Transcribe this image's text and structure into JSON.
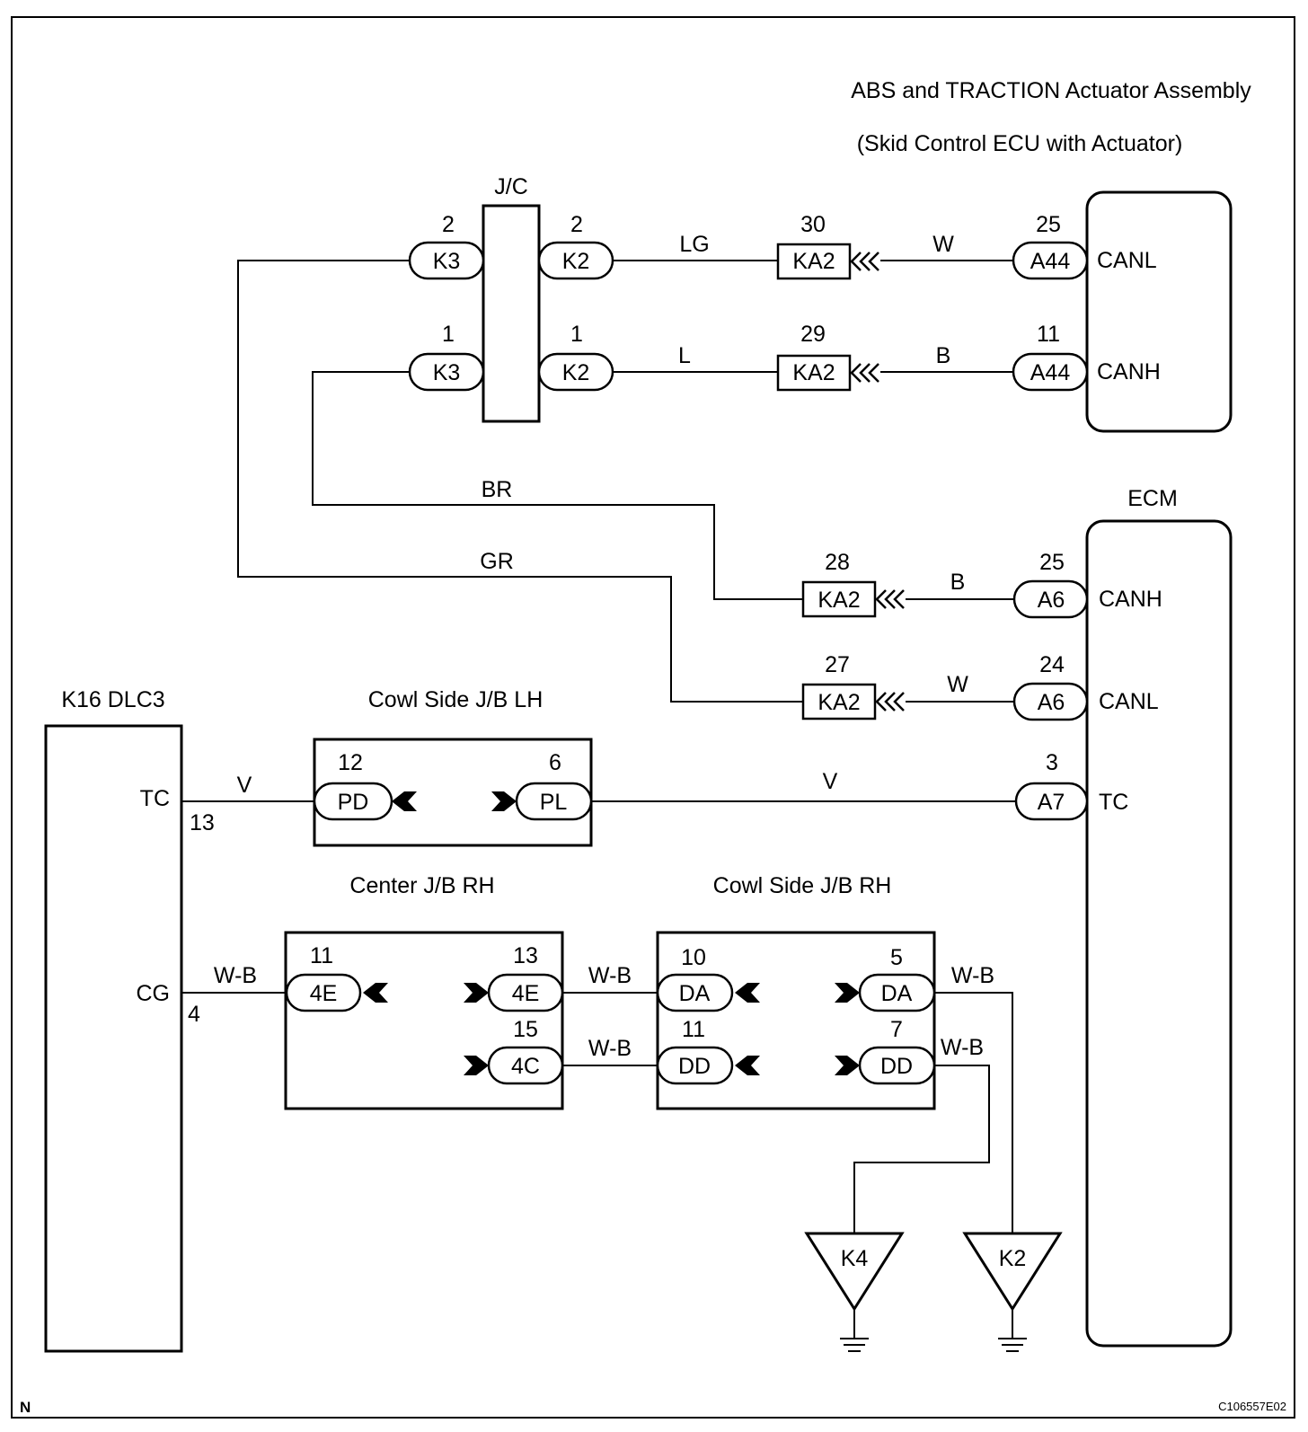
{
  "components": {
    "abs_title": "ABS and TRACTION Actuator Assembly",
    "abs_subtitle": "(Skid Control ECU with Actuator)",
    "jc_title": "J/C",
    "ecm_title": "ECM",
    "dlc3_title": "K16 DLC3",
    "cowl_lh_title": "Cowl Side J/B LH",
    "center_rh_title": "Center J/B RH",
    "cowl_rh_title": "Cowl Side J/B RH"
  },
  "pins": {
    "abs_canl": "CANL",
    "abs_canh": "CANH",
    "ecm_canh": "CANH",
    "ecm_canl": "CANL",
    "ecm_tc": "TC",
    "dlc_tc": "TC",
    "dlc_tc_num": "13",
    "dlc_cg": "CG",
    "dlc_cg_num": "4"
  },
  "connectors": {
    "k3_top": {
      "pin": "2",
      "name": "K3"
    },
    "k2_top": {
      "pin": "2",
      "name": "K2"
    },
    "k3_bot": {
      "pin": "1",
      "name": "K3"
    },
    "k2_bot": {
      "pin": "1",
      "name": "K2"
    },
    "ka2_30": {
      "pin": "30",
      "name": "KA2"
    },
    "ka2_29": {
      "pin": "29",
      "name": "KA2"
    },
    "a44_25": {
      "pin": "25",
      "name": "A44"
    },
    "a44_11": {
      "pin": "11",
      "name": "A44"
    },
    "ka2_28": {
      "pin": "28",
      "name": "KA2"
    },
    "ka2_27": {
      "pin": "27",
      "name": "KA2"
    },
    "a6_25": {
      "pin": "25",
      "name": "A6"
    },
    "a6_24": {
      "pin": "24",
      "name": "A6"
    },
    "pd_12": {
      "pin": "12",
      "name": "PD"
    },
    "pl_6": {
      "pin": "6",
      "name": "PL"
    },
    "a7_3": {
      "pin": "3",
      "name": "A7"
    },
    "e4_11": {
      "pin": "11",
      "name": "4E"
    },
    "e4_13": {
      "pin": "13",
      "name": "4E"
    },
    "c4_15": {
      "pin": "15",
      "name": "4C"
    },
    "da_10": {
      "pin": "10",
      "name": "DA"
    },
    "da_5": {
      "pin": "5",
      "name": "DA"
    },
    "dd_11": {
      "pin": "11",
      "name": "DD"
    },
    "dd_7": {
      "pin": "7",
      "name": "DD"
    }
  },
  "wires": {
    "lg": "LG",
    "w_top": "W",
    "l": "L",
    "b_top": "B",
    "br": "BR",
    "gr": "GR",
    "b_ecm": "B",
    "w_ecm": "W",
    "v_left": "V",
    "v_right": "V",
    "wb_dlc": "W-B",
    "wb_4e_da": "W-B",
    "wb_4c_dd": "W-B",
    "wb_da_out": "W-B",
    "wb_dd_out": "W-B"
  },
  "grounds": {
    "k4": "K4",
    "k2": "K2"
  },
  "footer": {
    "left": "N",
    "code": "C106557E02"
  }
}
